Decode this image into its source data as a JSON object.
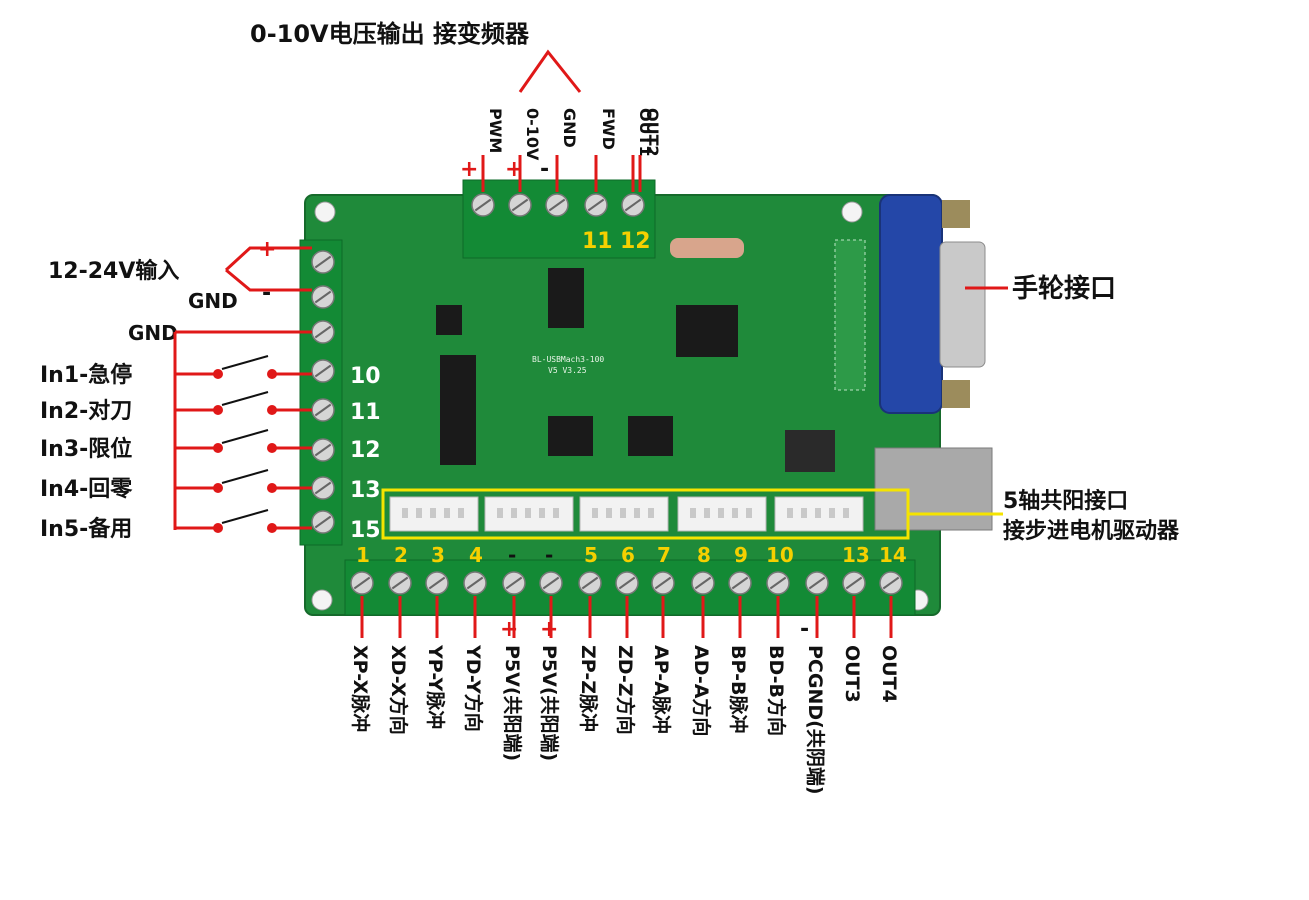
{
  "top": {
    "title": "0-10V电压输出 接变频器",
    "terminals": [
      "PWM",
      "0-10V",
      "GND",
      "FWD",
      "OUT1",
      "OUT2"
    ],
    "polarity": [
      "+",
      "+",
      "-"
    ],
    "numbers": [
      "11",
      "12"
    ]
  },
  "power": {
    "label": "12-24V输入",
    "gnd": "GND",
    "plus": "+",
    "minus": "-"
  },
  "inputs": {
    "gnd": "GND",
    "items": [
      {
        "label": "In1-急停",
        "num": "10"
      },
      {
        "label": "In2-对刀",
        "num": "11"
      },
      {
        "label": "In3-限位",
        "num": "12"
      },
      {
        "label": "In4-回零",
        "num": "13"
      },
      {
        "label": "In5-备用",
        "num": "15"
      }
    ]
  },
  "handwheel": {
    "label": "手轮接口"
  },
  "axis": {
    "line1": "5轴共阳接口",
    "line2": "接步进电机驱动器"
  },
  "board": {
    "model": "BL-USBMach3-100",
    "version": "V5 V3.25"
  },
  "bottom": {
    "numbers": [
      "1",
      "2",
      "3",
      "4",
      "-",
      "-",
      "5",
      "6",
      "7",
      "8",
      "9",
      "10",
      "",
      "13",
      "14"
    ],
    "labels": [
      "XP-X脉冲",
      "XD-X方向",
      "YP-Y脉冲",
      "YD-Y方向",
      "P5V(共阳端)",
      "P5V(共阳端)",
      "ZP-Z脉冲",
      "ZD-Z方向",
      "AP-A脉冲",
      "AD-A方向",
      "BP-B脉冲",
      "BD-B方向",
      "PCGND(共阴端)",
      "OUT3",
      "OUT4"
    ],
    "polarity": [
      "+",
      "+",
      "-"
    ]
  }
}
